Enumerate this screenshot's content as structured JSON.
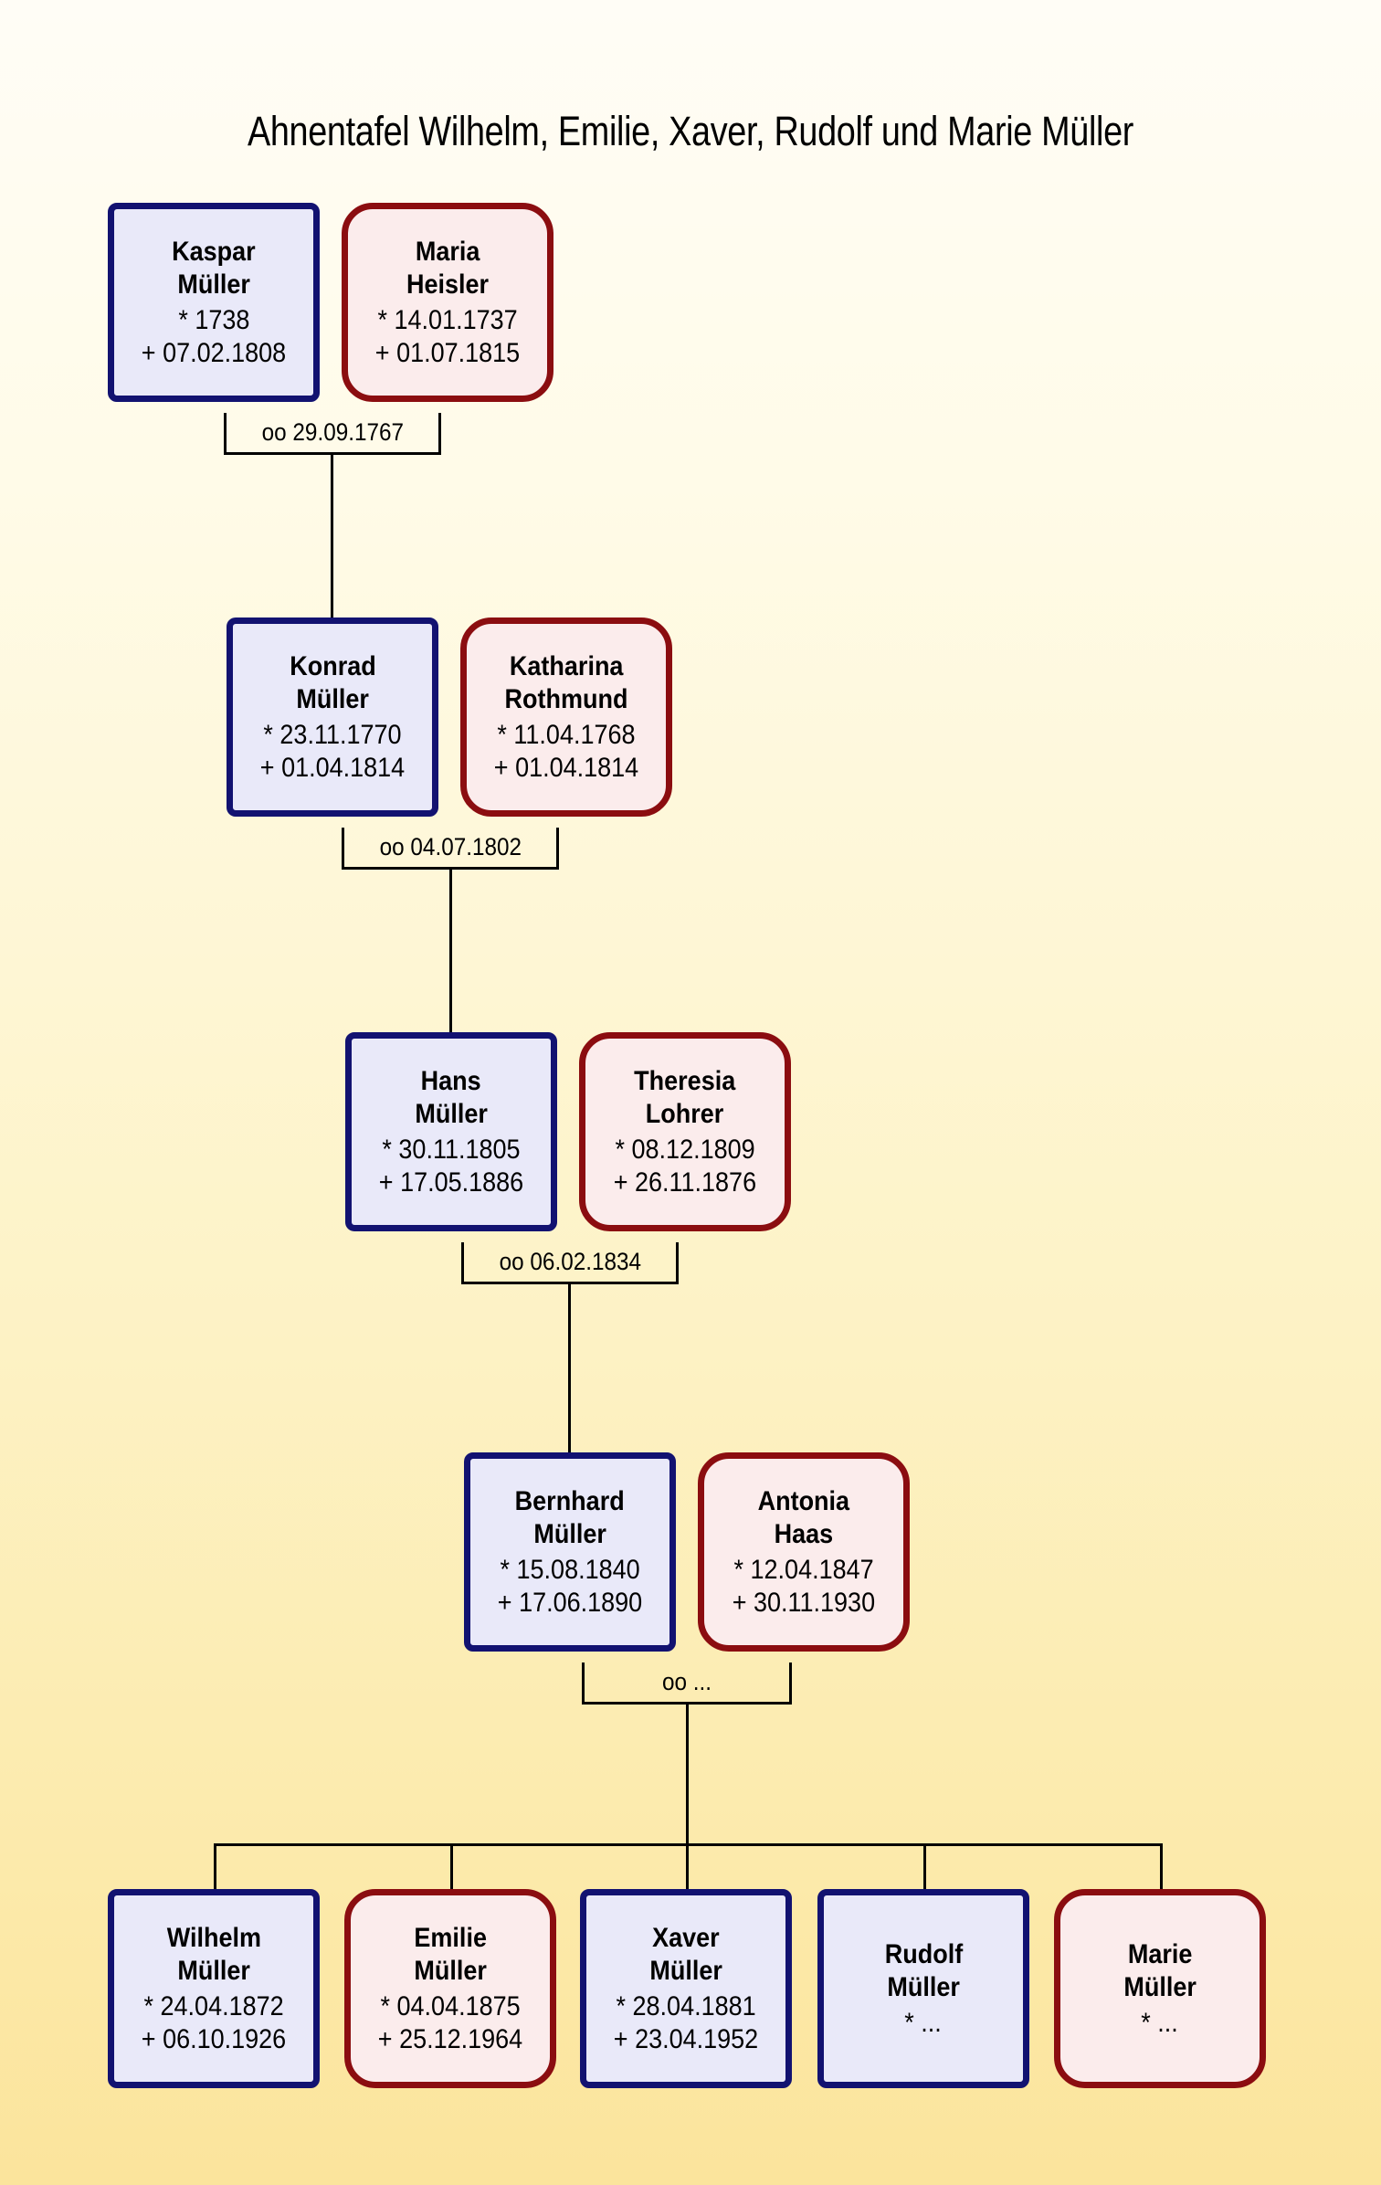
{
  "chart_data": {
    "type": "diagram",
    "diagram_kind": "genealogy-ancestor-chart",
    "title": "Ahnentafel Wilhelm, Emilie, Xaver, Rudolf und Marie Müller",
    "legend_symbols": {
      "birth": "*",
      "death": "+",
      "marriage": "oo"
    },
    "colors": {
      "male_border": "#121271",
      "male_fill": "#e9e9f9",
      "female_border": "#8b0d10",
      "female_fill": "#fbecec",
      "line": "#000000",
      "background_top": "#fffdf6",
      "background_bottom": "#fbe49c"
    },
    "generations": [
      {
        "index": 1,
        "couple": [
          "kaspar",
          "maria"
        ],
        "marriage": "oo 29.09.1767"
      },
      {
        "index": 2,
        "couple": [
          "konrad",
          "katharina"
        ],
        "marriage": "oo 04.07.1802"
      },
      {
        "index": 3,
        "couple": [
          "hans",
          "theresia"
        ],
        "marriage": "oo 06.02.1834"
      },
      {
        "index": 4,
        "couple": [
          "bernhard",
          "antonia"
        ],
        "marriage": "oo ..."
      },
      {
        "index": 5,
        "children": [
          "wilhelm",
          "emilie",
          "xaver",
          "rudolf",
          "marie"
        ]
      }
    ]
  },
  "title": "Ahnentafel Wilhelm, Emilie, Xaver, Rudolf und Marie Müller",
  "people": {
    "kaspar": {
      "given": "Kaspar",
      "surname": "Müller",
      "birth": "* 1738",
      "death": "+ 07.02.1808",
      "sex": "male"
    },
    "maria": {
      "given": "Maria",
      "surname": "Heisler",
      "birth": "* 14.01.1737",
      "death": "+ 01.07.1815",
      "sex": "female"
    },
    "konrad": {
      "given": "Konrad",
      "surname": "Müller",
      "birth": "* 23.11.1770",
      "death": "+ 01.04.1814",
      "sex": "male"
    },
    "katharina": {
      "given": "Katharina",
      "surname": "Rothmund",
      "birth": "* 11.04.1768",
      "death": "+ 01.04.1814",
      "sex": "female"
    },
    "hans": {
      "given": "Hans",
      "surname": "Müller",
      "birth": "* 30.11.1805",
      "death": "+ 17.05.1886",
      "sex": "male"
    },
    "theresia": {
      "given": "Theresia",
      "surname": "Lohrer",
      "birth": "* 08.12.1809",
      "death": "+ 26.11.1876",
      "sex": "female"
    },
    "bernhard": {
      "given": "Bernhard",
      "surname": "Müller",
      "birth": "* 15.08.1840",
      "death": "+ 17.06.1890",
      "sex": "male"
    },
    "antonia": {
      "given": "Antonia",
      "surname": "Haas",
      "birth": "* 12.04.1847",
      "death": "+ 30.11.1930",
      "sex": "female"
    },
    "wilhelm": {
      "given": "Wilhelm",
      "surname": "Müller",
      "birth": "* 24.04.1872",
      "death": "+ 06.10.1926",
      "sex": "male"
    },
    "emilie": {
      "given": "Emilie",
      "surname": "Müller",
      "birth": "* 04.04.1875",
      "death": "+ 25.12.1964",
      "sex": "female"
    },
    "xaver": {
      "given": "Xaver",
      "surname": "Müller",
      "birth": "* 28.04.1881",
      "death": "+ 23.04.1952",
      "sex": "male"
    },
    "rudolf": {
      "given": "Rudolf",
      "surname": "Müller",
      "birth": "*  ...",
      "death": "",
      "sex": "male"
    },
    "marie": {
      "given": "Marie",
      "surname": "Müller",
      "birth": "*  ...",
      "death": "",
      "sex": "female"
    }
  },
  "marriages": {
    "m1": "oo 29.09.1767",
    "m2": "oo 04.07.1802",
    "m3": "oo 06.02.1834",
    "m4": "oo ..."
  }
}
